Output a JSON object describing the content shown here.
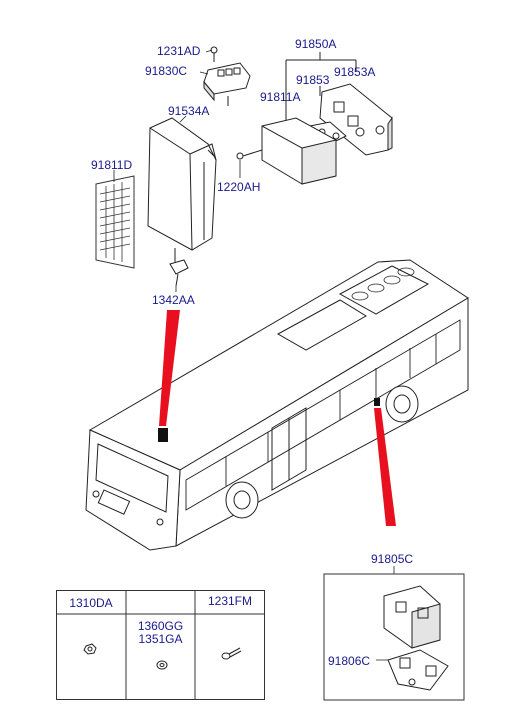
{
  "callouts": {
    "c1231AD": "1231AD",
    "c91830C": "91830C",
    "c91850A": "91850A",
    "c91853": "91853",
    "c91853A": "91853A",
    "c91811A": "91811A",
    "c91534A": "91534A",
    "c91811D": "91811D",
    "c1220AH": "1220AH",
    "c1342AA": "1342AA",
    "c91805C": "91805C",
    "c91806C": "91806C"
  },
  "parts_table": {
    "col1": [
      "1310DA"
    ],
    "col2": [
      "1360GG",
      "1351GA"
    ],
    "col3": [
      "1231FM"
    ]
  },
  "colors": {
    "label": "#1a1a8c",
    "line": "#222222",
    "pointer": "#e8101e"
  }
}
